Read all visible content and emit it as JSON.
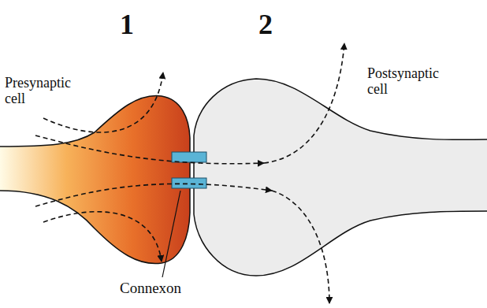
{
  "diagram": {
    "labels": [
      "1",
      "2",
      "Presynaptic cell",
      "Postsynaptic cell",
      "Connexon"
    ]
  }
}
